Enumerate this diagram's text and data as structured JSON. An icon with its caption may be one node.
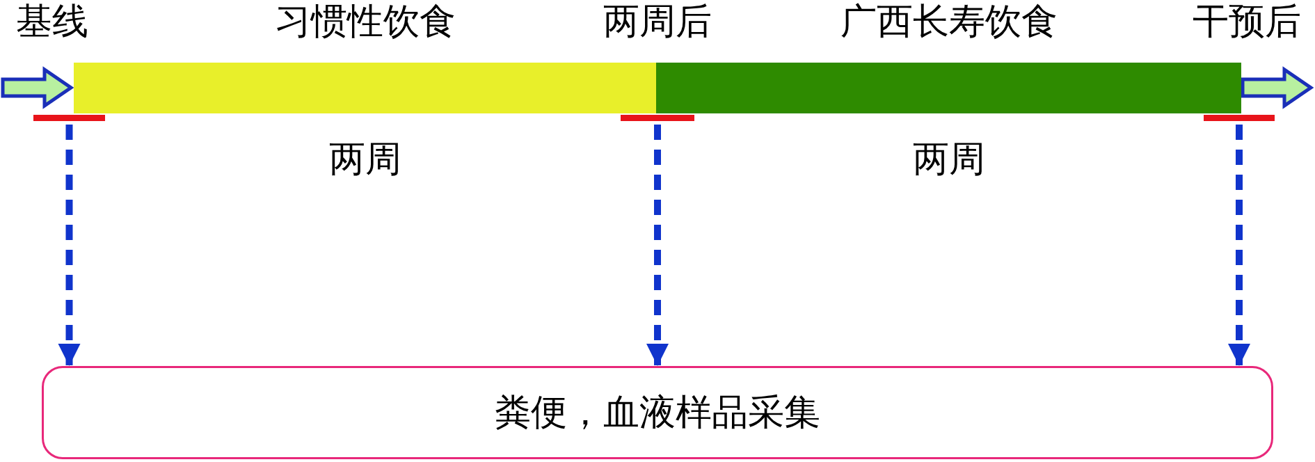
{
  "diagram": {
    "nodes": [
      {
        "text": [
          "基线"
        ]
      },
      {
        "text": [
          "习惯性饮食"
        ],
        "beside": [
          "两周"
        ]
      },
      {
        "text": [
          "两周后"
        ]
      },
      {
        "text": [
          "广西长寿饮食"
        ],
        "beside": [
          "两周"
        ]
      },
      {
        "text": [
          "干预后"
        ]
      },
      {
        "text": [
          "粪便，血液样品采集"
        ]
      }
    ],
    "edges": [
      {
        "from": 0,
        "to": 5,
        "arrow": "to",
        "style": "dashed"
      },
      {
        "from": 2,
        "to": 5,
        "arrow": "to",
        "style": "dashed"
      },
      {
        "from": 4,
        "to": 5,
        "arrow": "to",
        "style": "dashed"
      },
      {
        "from": null,
        "to": 1,
        "arrow": "to"
      },
      {
        "from": 3,
        "to": null,
        "arrow": "to"
      }
    ]
  }
}
